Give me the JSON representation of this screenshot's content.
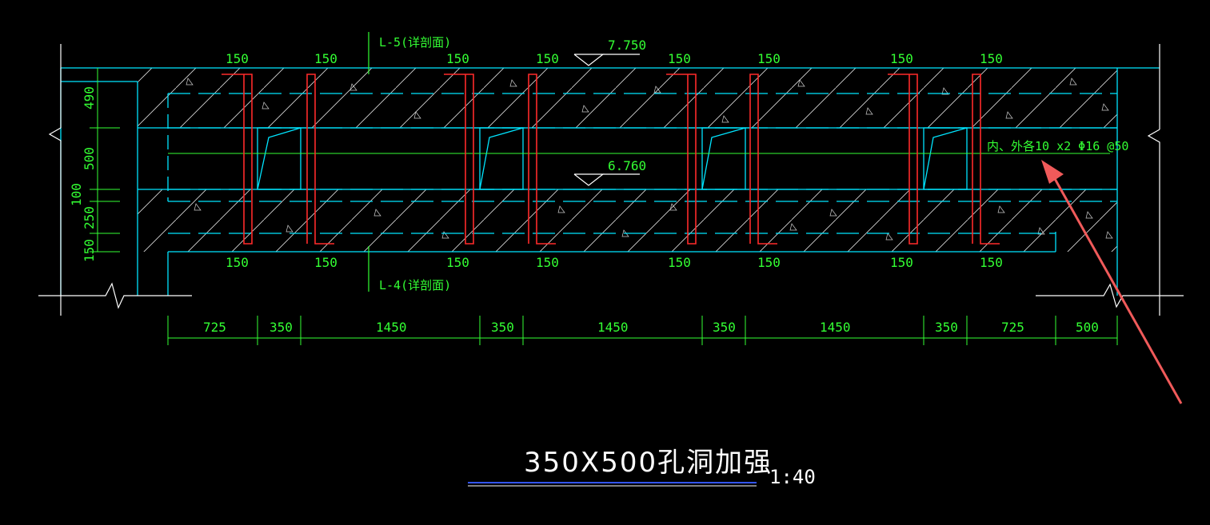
{
  "drawing": {
    "title": "350X500孔洞加强",
    "scale": "1:40",
    "section_top": "L-5(详剖面)",
    "section_bottom": "L-4(详剖面)",
    "elevation_top": "7.750",
    "elevation_mid": "6.760",
    "rebar_note": "内、外各10 x2 Φ16 @50",
    "top_dims": [
      "150",
      "150",
      "150",
      "150",
      "150",
      "150",
      "150",
      "150"
    ],
    "bottom_dims": [
      "150",
      "150",
      "150",
      "150",
      "150",
      "150",
      "150",
      "150"
    ],
    "left_dims": [
      "490",
      "500",
      "100",
      "250",
      "150"
    ],
    "horizontal_dims": [
      "725",
      "350",
      "1450",
      "350",
      "1450",
      "350",
      "1450",
      "350",
      "725",
      "500"
    ]
  },
  "colors": {
    "background": "#000000",
    "outline": "#00e5ff",
    "rebar": "#ff2a2a",
    "dimension": "#33ff33",
    "annotation_arrow": "#f05a5a",
    "title_underline": "#3355ff"
  }
}
